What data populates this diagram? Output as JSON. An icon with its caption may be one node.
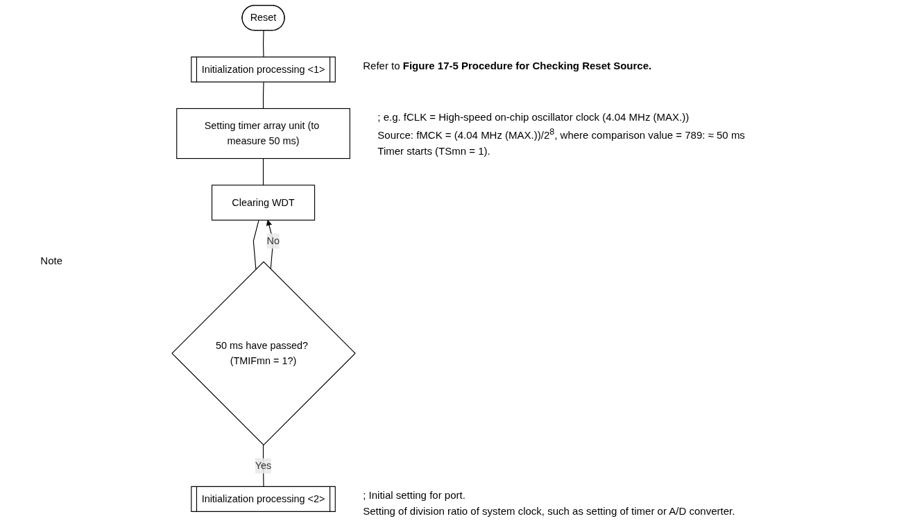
{
  "diagram": {
    "nodes": [
      {
        "text": [
          "Reset"
        ]
      },
      {
        "text": [
          "Initialization processing <1>"
        ],
        "beside": [
          "Refer to **Figure 17-5  Procedure for Checking Reset Source.**"
        ]
      },
      {
        "text": [
          "Setting timer array unit (to measure 50 ms)"
        ],
        "beside": [
          "; e.g.  fCLK = High-speed on-chip oscillator clock (4.04 MHz (MAX.))",
          "Source:  fMCK = (4.04 MHz (MAX.))/2$^{8}$, where comparison value = 789: ≈ 50 ms",
          "Timer starts (TSmn = 1)."
        ]
      },
      {
        "text": [
          "Clearing WDT"
        ]
      },
      {
        "text": [
          "50 ms have passed? (TMIFmn = 1?)"
        ]
      },
      {
        "text": [
          "Initialization processing <2>"
        ],
        "beside": [
          ";      Initial setting for port.",
          "Setting of division ratio of system clock, such as setting of timer or A/D converter."
        ]
      }
    ],
    "edges": [
      {
        "from": 0,
        "to": 1,
        "arrow": "none"
      },
      {
        "from": 1,
        "to": 2,
        "arrow": "none"
      },
      {
        "from": 2,
        "to": 3,
        "arrow": "none"
      },
      {
        "from": 4,
        "to": 3,
        "arrow": "to",
        "label": "No"
      },
      {
        "from": 3,
        "to": 4,
        "arrow": "none"
      },
      {
        "from": 4,
        "to": 5,
        "arrow": "none",
        "label": "Yes"
      }
    ],
    "labels": [
      "Note"
    ]
  }
}
